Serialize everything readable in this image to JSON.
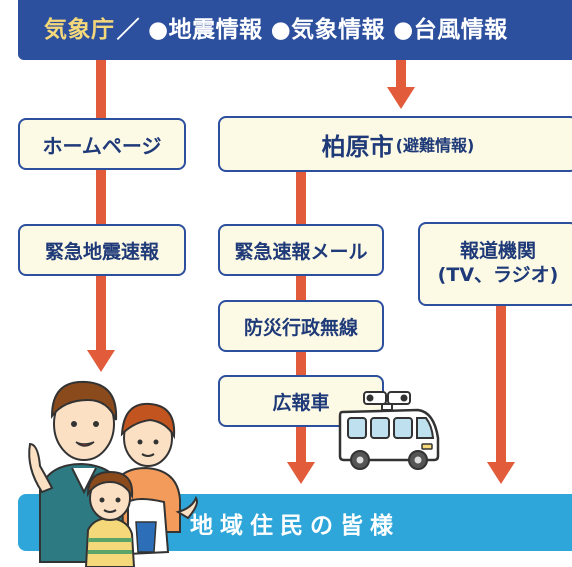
{
  "header": {
    "agency": "気象庁",
    "slash": "／",
    "items": [
      "●地震情報",
      "●気象情報",
      "●台風情報"
    ]
  },
  "boxes": {
    "homepage": "ホームページ",
    "city": "柏原市",
    "city_sub": "(避難情報)",
    "eq_alert": "緊急地震速報",
    "emergency_mail": "緊急速報メール",
    "radio": "防災行政無線",
    "pr_car": "広報車",
    "media_line1": "報道機関",
    "media_line2": "(TV、ラジオ)"
  },
  "footer": {
    "label": "地域住民の皆様"
  },
  "colors": {
    "banner": "#2c4f9e",
    "agency_text": "#f5d87a",
    "arrow": "#e25c3c",
    "box_fill": "#fcf9e4",
    "box_border": "#2c4f9e",
    "bottom_banner": "#2fa6d9"
  },
  "icons": [
    "family-icon",
    "van-icon"
  ]
}
